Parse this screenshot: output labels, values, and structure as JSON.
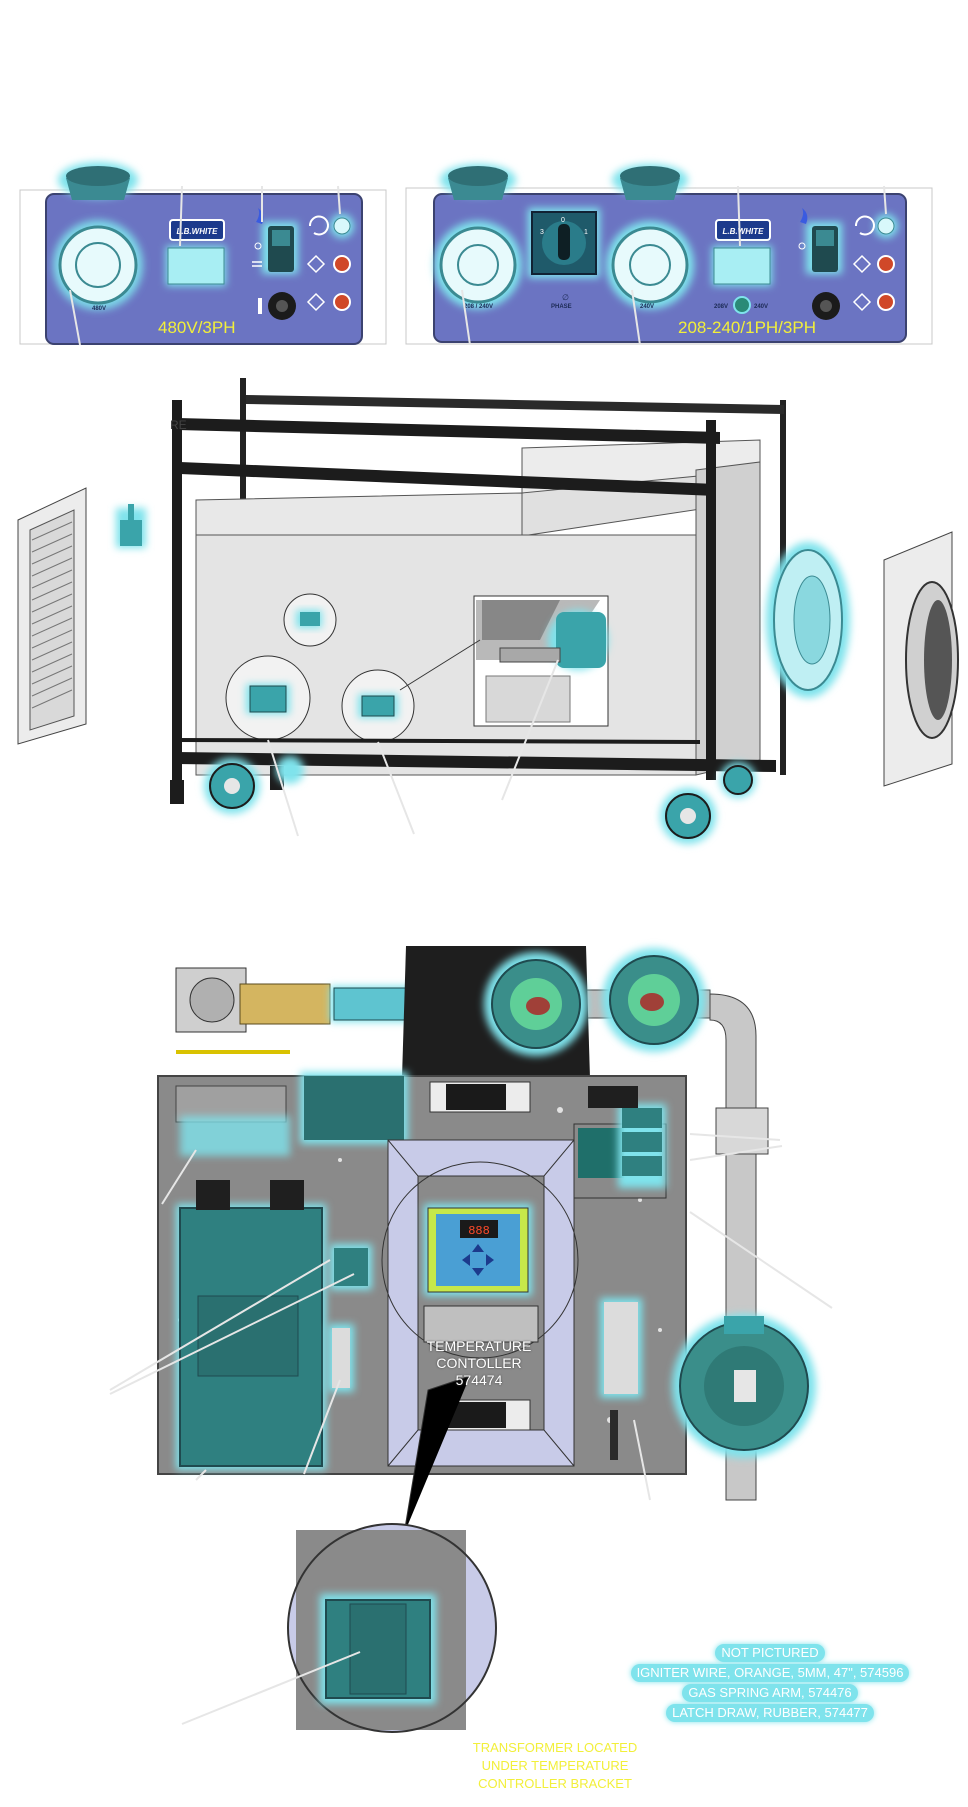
{
  "panels": {
    "left": {
      "voltage_label": "480V/3PH",
      "receptacle_label": "480V",
      "logo": "L.B.WHITE"
    },
    "right": {
      "voltage_label": "208-240/1PH/3PH",
      "receptacle_a_label": "208 / 240V",
      "phase_label": "PHASE",
      "receptacle_b_label": "240V",
      "logo": "L.B.WHITE",
      "selector_208": "208V",
      "selector_240": "240V",
      "switch_3": "3",
      "switch_1": "1",
      "switch_0": "0"
    }
  },
  "cart": {
    "partial_text": "RE"
  },
  "control": {
    "display_value": "888",
    "temperature_controller": [
      "TEMPERATURE",
      "CONTOLLER",
      "574474"
    ]
  },
  "notes": {
    "not_pictured": [
      "NOT PICTURED",
      "IGNITER WIRE, ORANGE, 5MM, 47\", 574596",
      "GAS SPRING ARM, 574476",
      "LATCH DRAW, RUBBER, 574477"
    ],
    "transformer": [
      "TRANSFORMER LOCATED",
      "UNDER TEMPERATURE",
      "CONTROLLER BRACKET"
    ]
  },
  "colors": {
    "highlight": "#5fd8de",
    "panel_blue": "#6b74c2",
    "annotation_yellow": "#f2ef3a",
    "plate_gray": "#8c8c8c"
  }
}
